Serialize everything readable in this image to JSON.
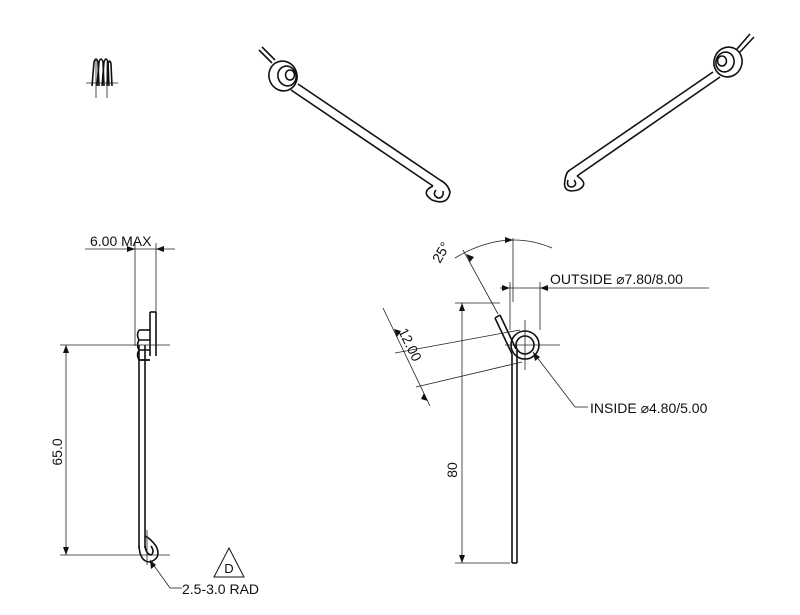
{
  "dimensions": {
    "max_width": "6.00 MAX",
    "body_length": "65.0",
    "end_radius": "2.5-3.0 RAD",
    "revision": "D",
    "angle": "25°",
    "offset": "12.00",
    "outside_diameter": "OUTSIDE  ⌀7.80/8.00",
    "inside_diameter": "INSIDE  ⌀4.80/5.00",
    "overall_length": "80"
  }
}
